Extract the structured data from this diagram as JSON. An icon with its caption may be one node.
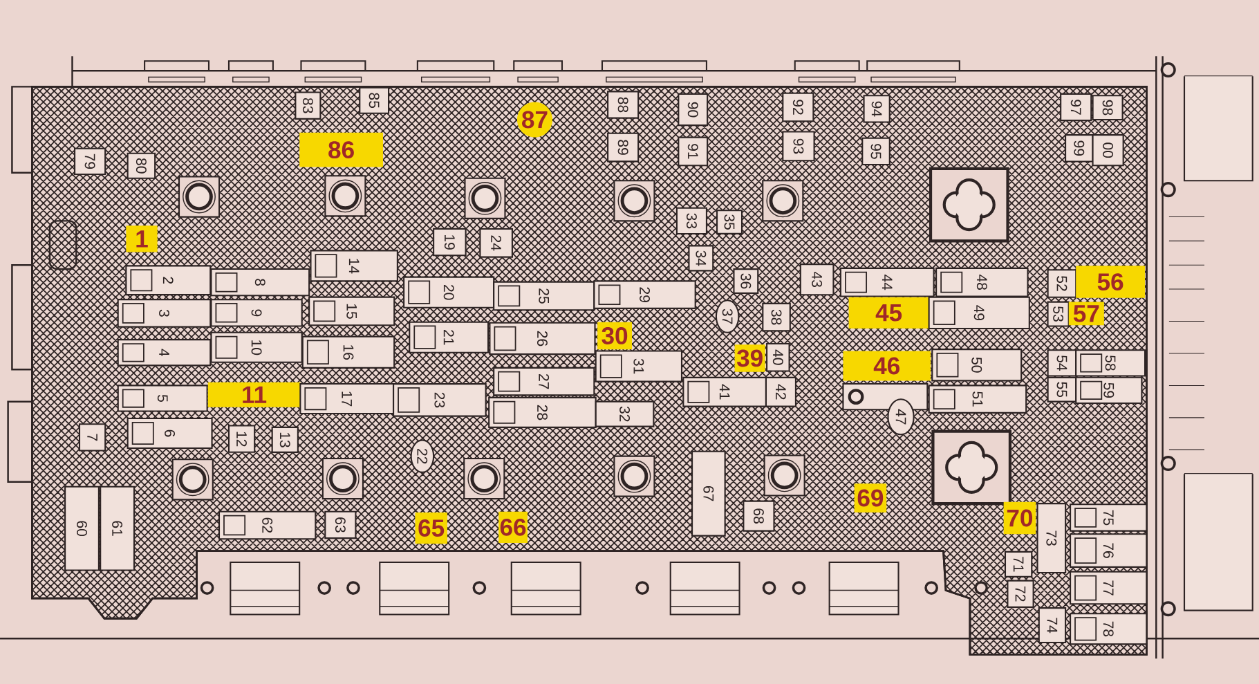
{
  "diagram": {
    "nodes": [
      {
        "text": [
          "1"
        ]
      },
      {
        "text": [
          "2"
        ]
      },
      {
        "text": [
          "3"
        ]
      },
      {
        "text": [
          "4"
        ]
      },
      {
        "text": [
          "5"
        ]
      },
      {
        "text": [
          "6"
        ]
      },
      {
        "text": [
          "7"
        ]
      },
      {
        "text": [
          "8"
        ]
      },
      {
        "text": [
          "9"
        ]
      },
      {
        "text": [
          "10"
        ]
      },
      {
        "text": [
          "11"
        ]
      },
      {
        "text": [
          "12"
        ]
      },
      {
        "text": [
          "13"
        ]
      },
      {
        "text": [
          "14"
        ]
      },
      {
        "text": [
          "15"
        ]
      },
      {
        "text": [
          "16"
        ]
      },
      {
        "text": [
          "17"
        ]
      },
      {
        "text": [
          "19"
        ]
      },
      {
        "text": [
          "20"
        ]
      },
      {
        "text": [
          "21"
        ]
      },
      {
        "text": [
          "22"
        ]
      },
      {
        "text": [
          "23"
        ]
      },
      {
        "text": [
          "24"
        ]
      },
      {
        "text": [
          "25"
        ]
      },
      {
        "text": [
          "26"
        ]
      },
      {
        "text": [
          "27"
        ]
      },
      {
        "text": [
          "28"
        ]
      },
      {
        "text": [
          "29"
        ]
      },
      {
        "text": [
          "30"
        ]
      },
      {
        "text": [
          "31"
        ]
      },
      {
        "text": [
          "32"
        ]
      },
      {
        "text": [
          "33"
        ]
      },
      {
        "text": [
          "34"
        ]
      },
      {
        "text": [
          "35"
        ]
      },
      {
        "text": [
          "36"
        ]
      },
      {
        "text": [
          "37"
        ]
      },
      {
        "text": [
          "38"
        ]
      },
      {
        "text": [
          "39"
        ]
      },
      {
        "text": [
          "40"
        ]
      },
      {
        "text": [
          "41"
        ]
      },
      {
        "text": [
          "42"
        ]
      },
      {
        "text": [
          "43"
        ]
      },
      {
        "text": [
          "44"
        ]
      },
      {
        "text": [
          "45"
        ]
      },
      {
        "text": [
          "46"
        ]
      },
      {
        "text": [
          "47"
        ]
      },
      {
        "text": [
          "48"
        ]
      },
      {
        "text": [
          "49"
        ]
      },
      {
        "text": [
          "50"
        ]
      },
      {
        "text": [
          "51"
        ]
      },
      {
        "text": [
          "52"
        ]
      },
      {
        "text": [
          "53"
        ]
      },
      {
        "text": [
          "54"
        ]
      },
      {
        "text": [
          "55"
        ]
      },
      {
        "text": [
          "56"
        ]
      },
      {
        "text": [
          "57"
        ]
      },
      {
        "text": [
          "58"
        ]
      },
      {
        "text": [
          "59"
        ]
      },
      {
        "text": [
          "60"
        ]
      },
      {
        "text": [
          "61"
        ]
      },
      {
        "text": [
          "62"
        ]
      },
      {
        "text": [
          "63"
        ]
      },
      {
        "text": [
          "65"
        ]
      },
      {
        "text": [
          "66"
        ]
      },
      {
        "text": [
          "67"
        ]
      },
      {
        "text": [
          "68"
        ]
      },
      {
        "text": [
          "69"
        ]
      },
      {
        "text": [
          "70"
        ]
      },
      {
        "text": [
          "71"
        ]
      },
      {
        "text": [
          "72"
        ]
      },
      {
        "text": [
          "73"
        ]
      },
      {
        "text": [
          "74"
        ]
      },
      {
        "text": [
          "75"
        ]
      },
      {
        "text": [
          "76"
        ]
      },
      {
        "text": [
          "77"
        ]
      },
      {
        "text": [
          "78"
        ]
      },
      {
        "text": [
          "79"
        ]
      },
      {
        "text": [
          "80"
        ]
      },
      {
        "text": [
          "83"
        ]
      },
      {
        "text": [
          "85"
        ]
      },
      {
        "text": [
          "86"
        ]
      },
      {
        "text": [
          "87"
        ]
      },
      {
        "text": [
          "88"
        ]
      },
      {
        "text": [
          "89"
        ]
      },
      {
        "text": [
          "90"
        ]
      },
      {
        "text": [
          "91"
        ]
      },
      {
        "text": [
          "92"
        ]
      },
      {
        "text": [
          "93"
        ]
      },
      {
        "text": [
          "94"
        ]
      },
      {
        "text": [
          "95"
        ]
      },
      {
        "text": [
          "97"
        ]
      },
      {
        "text": [
          "98"
        ]
      },
      {
        "text": [
          "99"
        ]
      },
      {
        "text": [
          "00"
        ]
      }
    ]
  }
}
